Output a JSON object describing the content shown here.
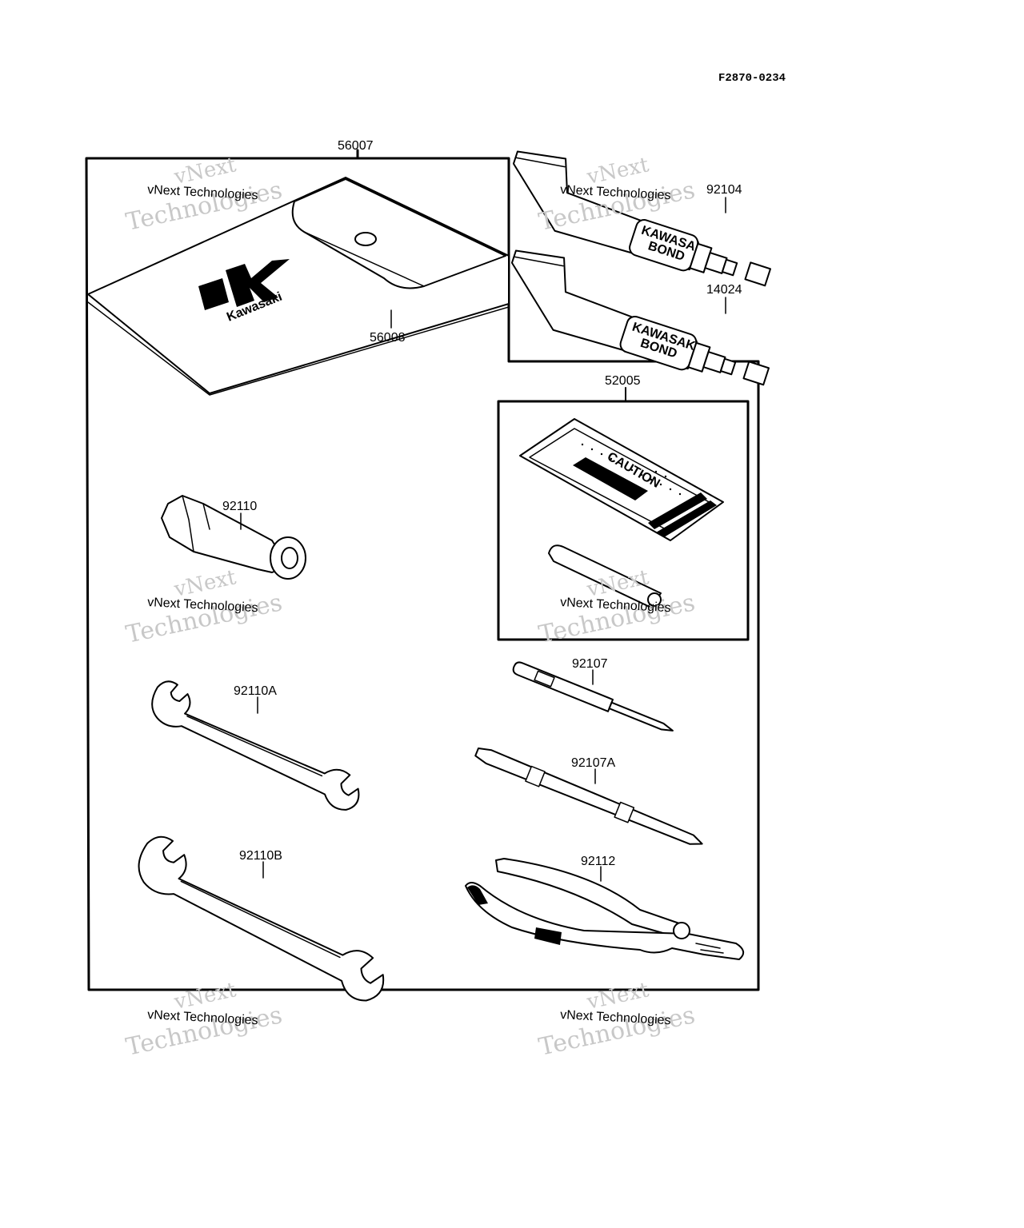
{
  "drawing_code": "F2870-0234",
  "watermark": {
    "line1": "vNext Technologies",
    "line2": "vNext",
    "line3": "Technologies"
  },
  "parts": {
    "p56007": "56007",
    "p56008": "56008",
    "p92104": "92104",
    "p14024": "14024",
    "p52005": "52005",
    "p92110": "92110",
    "p92110A": "92110A",
    "p92110B": "92110B",
    "p92107": "92107",
    "p92107A": "92107A",
    "p92112": "92112"
  },
  "printed_text": {
    "pouch_logo": "Kawasaki",
    "tube_brand": "KAWASAKI",
    "tube_product": "BOND",
    "card_heading": "CAUTION"
  }
}
